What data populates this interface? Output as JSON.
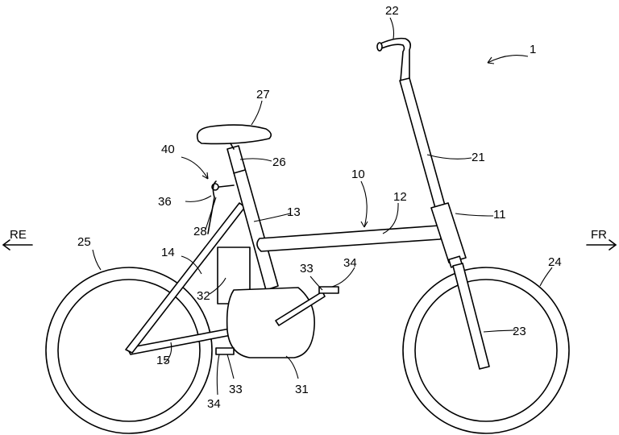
{
  "direction": {
    "rear": "RE",
    "front": "FR"
  },
  "labels": {
    "bicycle": "1",
    "frame": "10",
    "head_tube": "11",
    "main_tube": "12",
    "seat_tube": "13",
    "seat_stay": "14",
    "chain_stay": "15",
    "handle_post": "21",
    "handlebar": "22",
    "front_fork": "23",
    "front_wheel": "24",
    "rear_wheel": "25",
    "seat_post": "26",
    "saddle": "27",
    "bracket": "28",
    "drive_unit": "31",
    "battery": "32",
    "crank_right": "33",
    "crank_left": "33",
    "pedal_right": "34",
    "pedal_left": "34",
    "lever": "36",
    "assembly": "40"
  }
}
